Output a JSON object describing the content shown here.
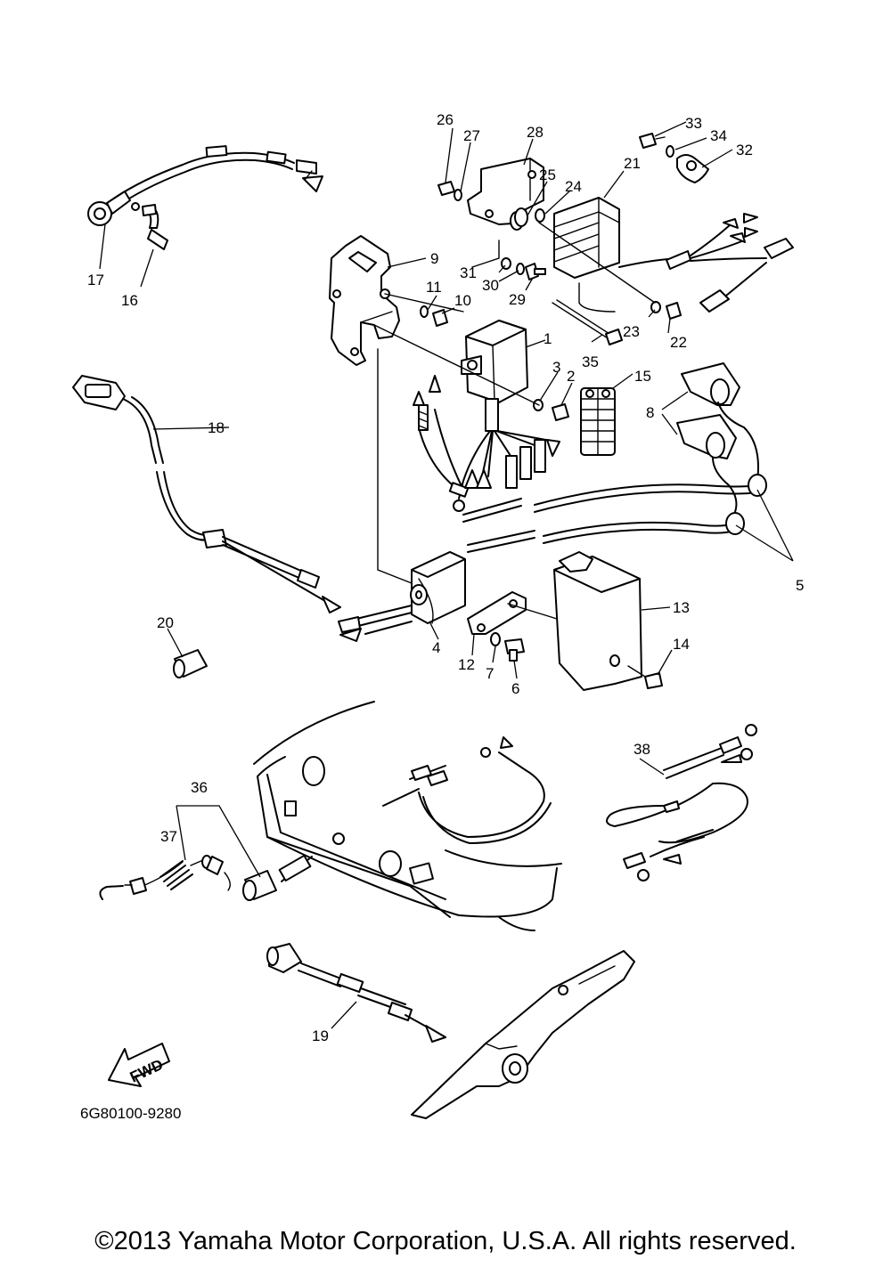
{
  "callouts": [
    "1",
    "2",
    "3",
    "4",
    "5",
    "6",
    "7",
    "8",
    "9",
    "10",
    "11",
    "12",
    "13",
    "14",
    "15",
    "16",
    "17",
    "18",
    "19",
    "20",
    "21",
    "22",
    "23",
    "24",
    "25",
    "26",
    "27",
    "28",
    "29",
    "30",
    "31",
    "32",
    "33",
    "34",
    "35",
    "36",
    "37",
    "38"
  ],
  "fwd_label": "FWD",
  "diagram_code": "6G80100-9280",
  "copyright": "©2013 Yamaha Motor Corporation, U.S.A. All rights reserved."
}
